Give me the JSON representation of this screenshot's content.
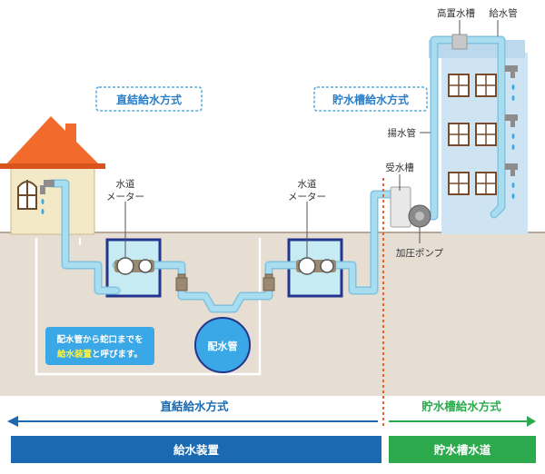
{
  "labels": {
    "direct_system_box": "直結給水方式",
    "tank_system_box": "貯水槽給水方式",
    "meter_left": [
      "水道",
      "メーター"
    ],
    "meter_right": [
      "水道",
      "メーター"
    ],
    "elevated_tank": "高置水槽",
    "supply_pipe": "給水管",
    "lift_pipe": "揚水管",
    "receiving_tank": "受水槽",
    "booster_pump": "加圧ポンプ",
    "main_pipe": "配水管",
    "note_line1": "配水管から蛇口までを",
    "note_highlight": "給水装置",
    "note_rest": "と呼びます。"
  },
  "bottom": {
    "arrow_left_label": "直結給水方式",
    "arrow_right_label": "貯水槽給水方式",
    "bar_left_label": "給水装置",
    "bar_right_label": "貯水槽水道"
  },
  "colors": {
    "pipe": "#a8dcef",
    "ground": "#e6ddd3",
    "ground_line": "#b5a898",
    "bar_blue": "#1b69b0",
    "bar_green": "#2eaa4e",
    "dashed_red": "#e8632a",
    "roof": "#f26a2c",
    "building": "#cfe4f3"
  }
}
